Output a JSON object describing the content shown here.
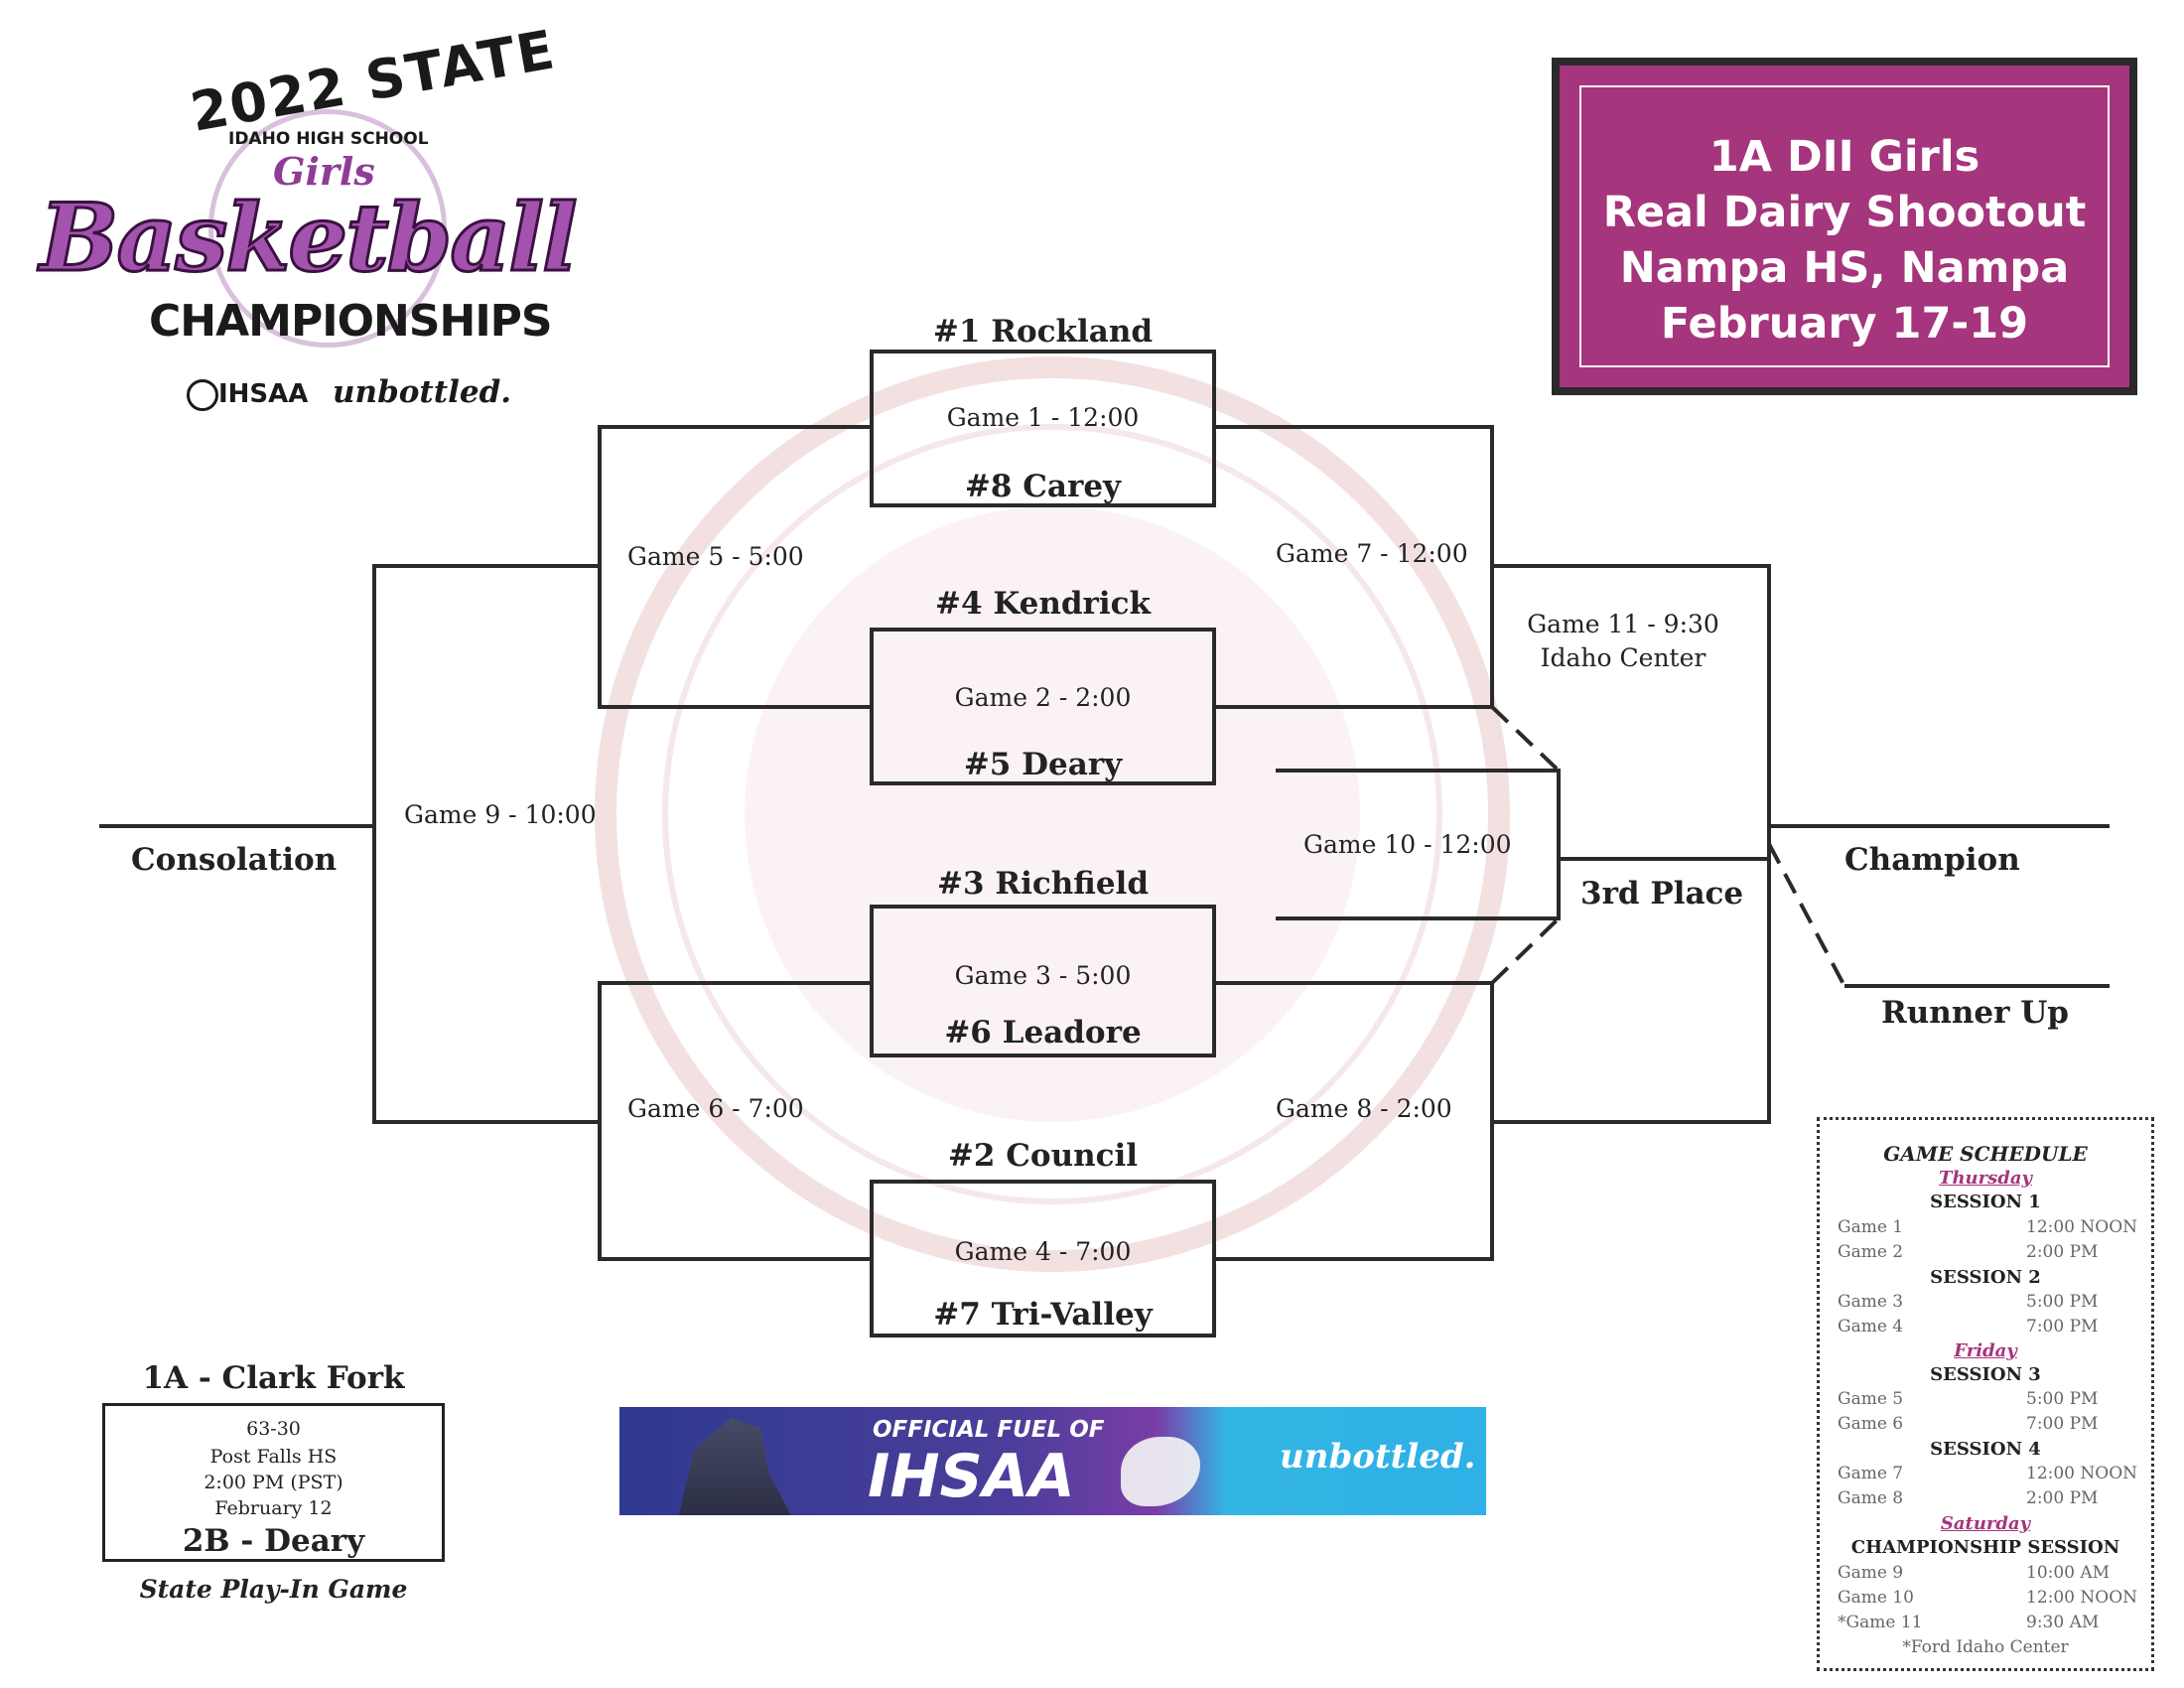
{
  "logo": {
    "year_state": "2022 STATE",
    "school": "IDAHO HIGH SCHOOL",
    "girls": "Girls",
    "sport": "Basketball",
    "champ": "CHAMPIONSHIPS",
    "org": "IHSAA",
    "sponsor": "unbottled."
  },
  "title": {
    "line1": "1A DII Girls",
    "line2": "Real Dairy Shootout",
    "line3": "Nampa HS, Nampa",
    "line4": "February 17-19"
  },
  "teams": {
    "t1": "#1 Rockland",
    "t8": "#8 Carey",
    "t4": "#4 Kendrick",
    "t5": "#5 Deary",
    "t3": "#3 Richfield",
    "t6": "#6 Leadore",
    "t2": "#2 Council",
    "t7": "#7 Tri-Valley"
  },
  "games": {
    "g1": "Game 1 - 12:00",
    "g2": "Game 2 - 2:00",
    "g3": "Game 3 - 5:00",
    "g4": "Game 4 - 7:00",
    "g5": "Game 5 - 5:00",
    "g6": "Game 6 - 7:00",
    "g7": "Game 7 - 12:00",
    "g8": "Game 8 - 2:00",
    "g9": "Game 9 - 10:00",
    "g10": "Game 10 - 12:00",
    "g11": "Game 11 - 9:30",
    "g11_venue": "Idaho Center"
  },
  "labels": {
    "consolation": "Consolation",
    "champion": "Champion",
    "runner_up": "Runner Up",
    "third": "3rd Place"
  },
  "playin": {
    "top": "1A - Clark Fork",
    "score": "63-30",
    "venue": "Post Falls HS",
    "time": "2:00 PM (PST)",
    "date": "February 12",
    "bottom": "2B - Deary",
    "caption": "State Play-In Game"
  },
  "banner": {
    "official": "OFFICIAL FUEL OF",
    "org": "IHSAA",
    "brand": "unbottled."
  },
  "schedule": {
    "heading": "GAME SCHEDULE",
    "thursday": "Thursday",
    "s1": "SESSION 1",
    "s1_rows": [
      [
        "Game 1",
        "12:00 NOON"
      ],
      [
        "Game 2",
        "2:00 PM"
      ]
    ],
    "s2": "SESSION 2",
    "s2_rows": [
      [
        "Game 3",
        "5:00 PM"
      ],
      [
        "Game 4",
        "7:00 PM"
      ]
    ],
    "friday": "Friday",
    "s3": "SESSION 3",
    "s3_rows": [
      [
        "Game 5",
        "5:00 PM"
      ],
      [
        "Game 6",
        "7:00 PM"
      ]
    ],
    "s4": "SESSION 4",
    "s4_rows": [
      [
        "Game 7",
        "12:00 NOON"
      ],
      [
        "Game 8",
        "2:00 PM"
      ]
    ],
    "saturday": "Saturday",
    "champ_session": "CHAMPIONSHIP SESSION",
    "champ_rows": [
      [
        "Game 9",
        "10:00 AM"
      ],
      [
        "Game 10",
        "12:00 NOON"
      ],
      [
        "*Game 11",
        "9:30 AM"
      ]
    ],
    "footnote": "*Ford Idaho Center"
  },
  "colors": {
    "accent": "#a5357c",
    "line": "#2a2a2a",
    "logo_purple": "#a353ad"
  }
}
